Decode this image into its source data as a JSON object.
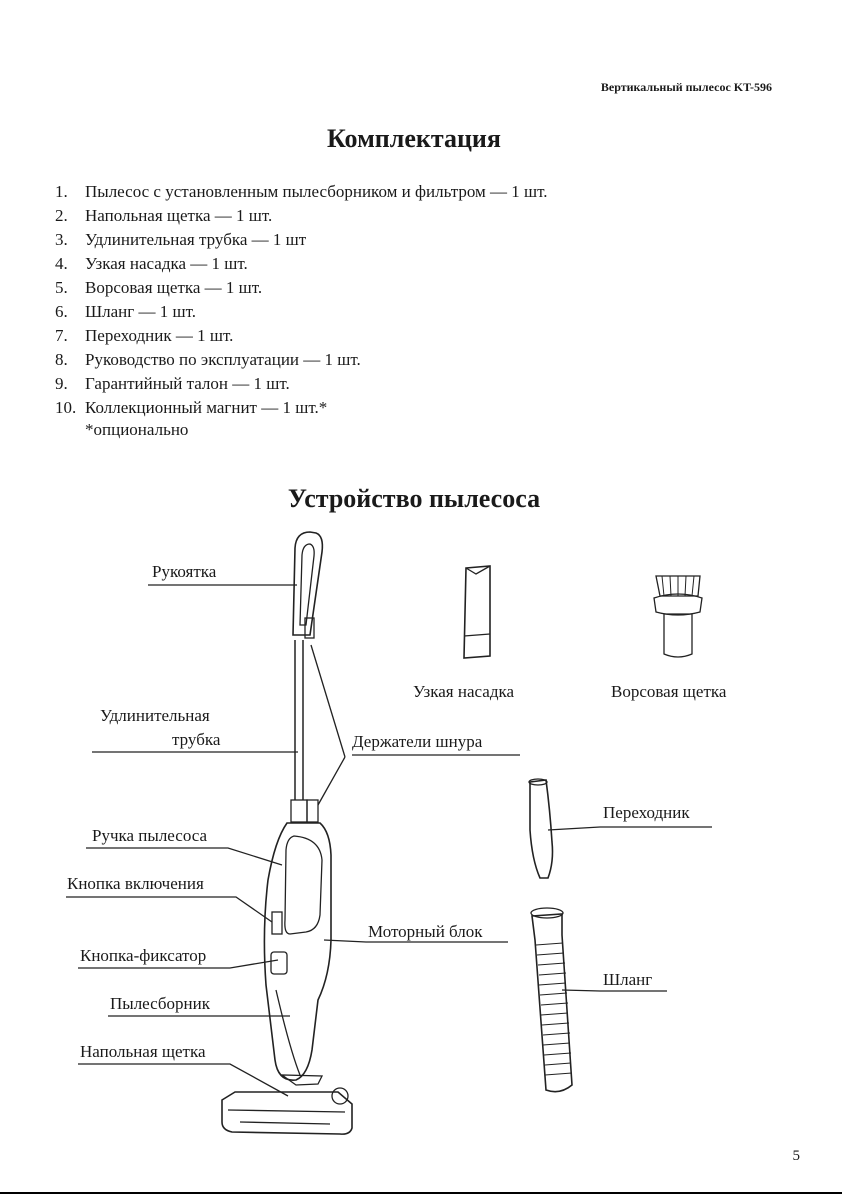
{
  "header": "Вертикальный пылесос KT-596",
  "title_contents": "Комплектация",
  "contents": [
    {
      "num": "1.",
      "text": "Пылесос с установленным пылесборником и фильтром — 1 шт."
    },
    {
      "num": "2.",
      "text": "Напольная щетка — 1 шт."
    },
    {
      "num": "3.",
      "text": "Удлинительная трубка — 1 шт"
    },
    {
      "num": "4.",
      "text": "Узкая насадка — 1 шт."
    },
    {
      "num": "5.",
      "text": "Ворсовая щетка — 1 шт."
    },
    {
      "num": "6.",
      "text": "Шланг — 1 шт."
    },
    {
      "num": "7.",
      "text": "Переходник — 1 шт."
    },
    {
      "num": "8.",
      "text": "Руководство по эксплуатации — 1 шт."
    },
    {
      "num": "9.",
      "text": "Гарантийный талон — 1 шт."
    },
    {
      "num": "10.",
      "text": "Коллекционный магнит — 1 шт.*"
    }
  ],
  "note": "*опционально",
  "title_device": "Устройство пылесоса",
  "labels": {
    "handle": "Рукоятка",
    "tube_line1": "Удлинительная",
    "tube_line2": "трубка",
    "cord_holders": "Держатели шнура",
    "vacuum_handle": "Ручка пылесоса",
    "power_button": "Кнопка включения",
    "lock_button": "Кнопка-фиксатор",
    "dust_container": "Пылесборник",
    "floor_brush": "Напольная щетка",
    "motor_unit": "Моторный блок",
    "crevice_tool": "Узкая насадка",
    "bristle_brush": "Ворсовая щетка",
    "adapter": "Переходник",
    "hose": "Шланг"
  },
  "page_number": "5"
}
